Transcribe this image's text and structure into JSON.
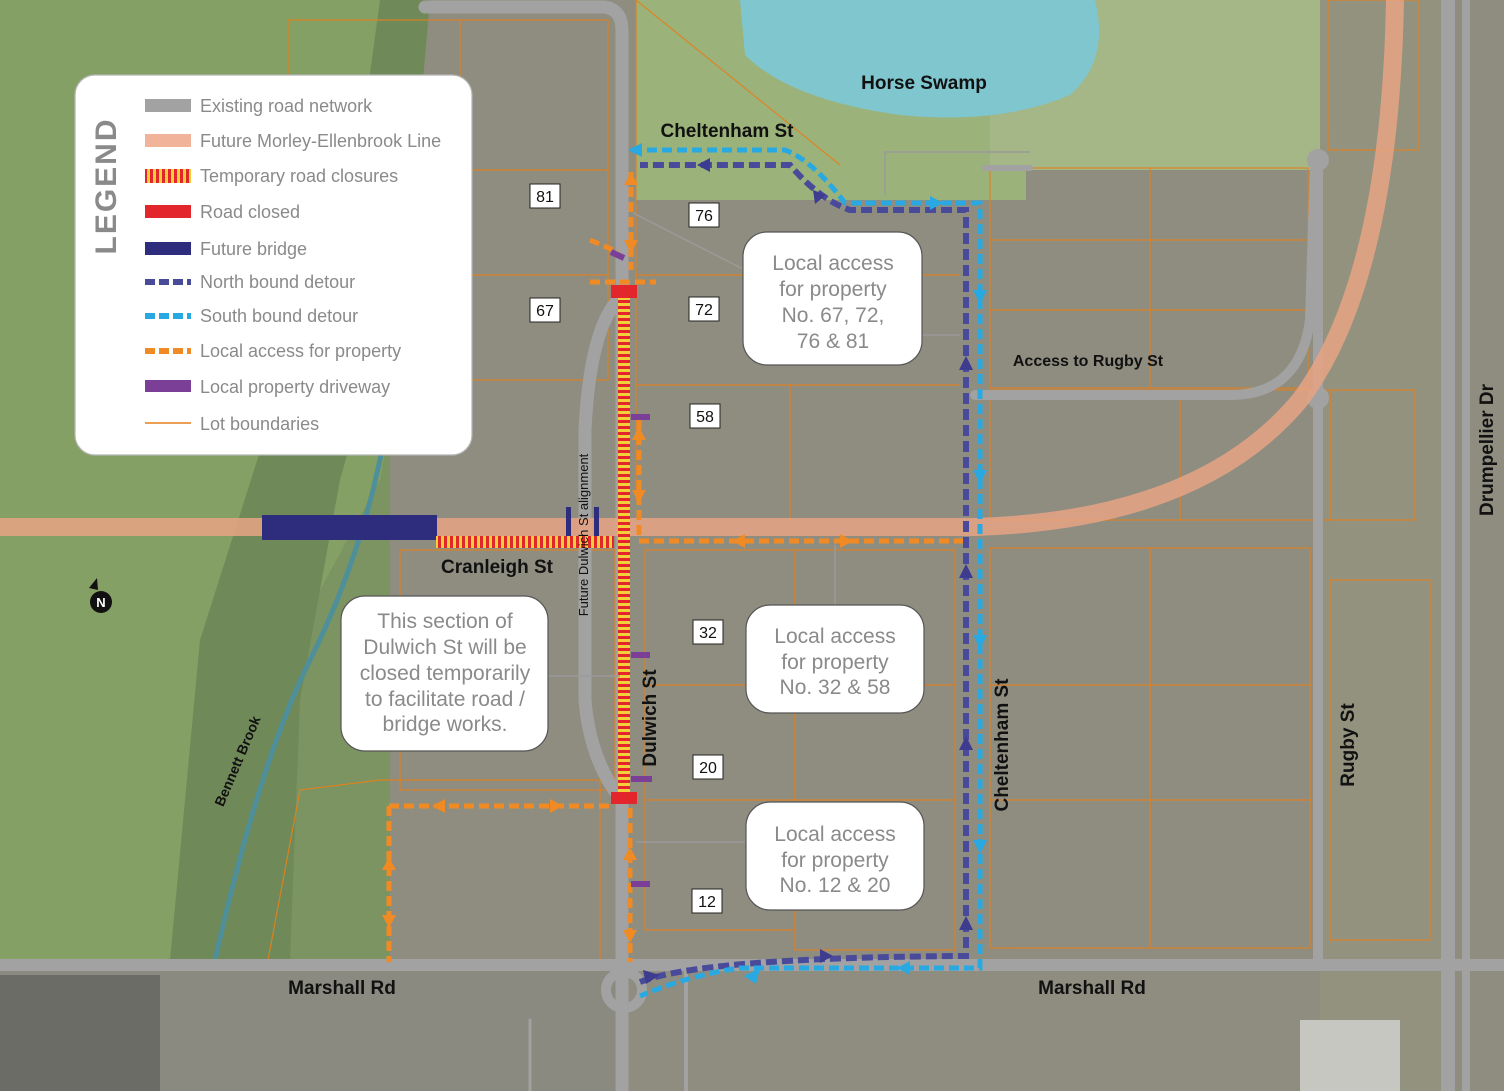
{
  "legend": {
    "title": "LEGEND",
    "items": [
      {
        "label": "Existing road network",
        "symbol": "existing-road"
      },
      {
        "label": "Future Morley-Ellenbrook Line",
        "symbol": "future-line"
      },
      {
        "label": "Temporary road closures",
        "symbol": "temp-closure"
      },
      {
        "label": "Road closed",
        "symbol": "road-closed"
      },
      {
        "label": "Future bridge",
        "symbol": "future-bridge"
      },
      {
        "label": "North bound detour",
        "symbol": "north-detour"
      },
      {
        "label": "South bound detour",
        "symbol": "south-detour"
      },
      {
        "label": "Local access for property",
        "symbol": "local-access"
      },
      {
        "label": "Local property driveway",
        "symbol": "driveway"
      },
      {
        "label": "Lot boundaries",
        "symbol": "lot-boundary"
      }
    ]
  },
  "colors": {
    "existing_road": "#a2a2a2",
    "future_line": "#e8a384",
    "closure_red": "#e3262b",
    "closure_yellow": "#f3d03a",
    "future_bridge": "#2e2d7d",
    "north_detour": "#4a4a9a",
    "south_detour": "#29a9e1",
    "local_access": "#f08a24",
    "driveway": "#7c3f98",
    "lot_boundary": "#e57f1c",
    "water": "#7fc6cf"
  },
  "places": {
    "horse_swamp": "Horse Swamp",
    "bennett_brook": "Bennett Brook",
    "access_rugby": "Access to Rugby St"
  },
  "roads": {
    "cheltenham_top": "Cheltenham St",
    "cheltenham_vert": "Cheltenham St",
    "cranleigh": "Cranleigh St",
    "dulwich": "Dulwich St",
    "future_dulwich": "Future Dulwich St alignment",
    "marshall_left": "Marshall Rd",
    "marshall_right": "Marshall Rd",
    "rugby": "Rugby St",
    "drumpellier": "Drumpellier Dr"
  },
  "lots": [
    "81",
    "76",
    "67",
    "72",
    "58",
    "32",
    "20",
    "12"
  ],
  "callouts": {
    "north_access": [
      "Local access",
      "for property",
      "No. 67, 72,",
      "76 & 81"
    ],
    "mid_access": [
      "Local access",
      "for property",
      "No. 32 & 58"
    ],
    "south_access": [
      "Local access",
      "for property",
      "No. 12 & 20"
    ],
    "closure_note": [
      "This section of",
      "Dulwich St will be",
      "closed temporarily",
      "to facilitate road /",
      "bridge works."
    ]
  },
  "compass": {
    "label": "N"
  }
}
